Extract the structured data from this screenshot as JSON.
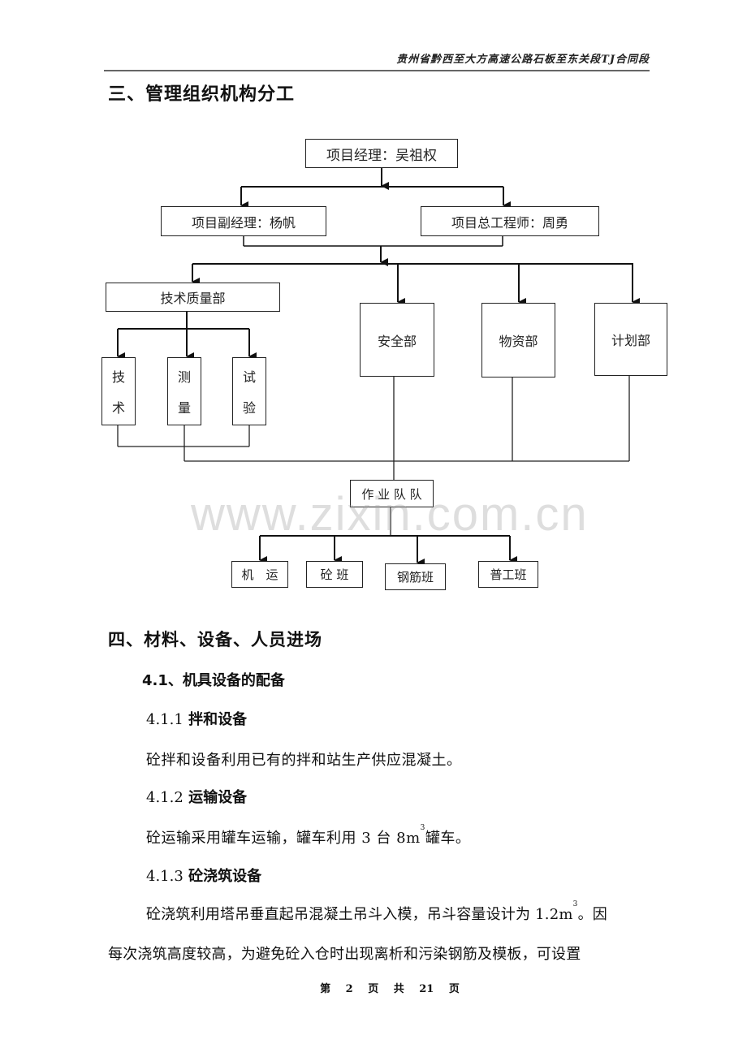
{
  "header": {
    "project_title": "贵州省黔西至大方高速公路石板至东关段TJ合同段"
  },
  "section3": {
    "title": "三、管理组织机构分工",
    "org_chart": {
      "manager": "项目经理：吴祖权",
      "deputy_manager": "项目副经理：杨帆",
      "chief_engineer": "项目总工程师：周勇",
      "tech_quality_dept": "技术质量部",
      "tech_sub": [
        "技",
        "术"
      ],
      "survey_sub": [
        "测",
        "量"
      ],
      "test_sub": [
        "试",
        "验"
      ],
      "safety_dept": "安全部",
      "material_dept": "物资部",
      "planning_dept": "计划部",
      "work_team": "作 业 队 队",
      "teams": [
        "机　运",
        "砼 班",
        "钢筋班",
        "普工班"
      ]
    }
  },
  "watermark": "www.zixin.com.cn",
  "section4": {
    "title": "四、材料、设备、人员进场",
    "s41": {
      "title": "4.1、机具设备的配备"
    },
    "s411": {
      "num": "4.1.1",
      "title": "拌和设备",
      "text": "砼拌和设备利用已有的拌和站生产供应混凝土。"
    },
    "s412": {
      "num": "4.1.2",
      "title": "运输设备",
      "text_before": "砼运输采用罐车运输，罐车利用 3 台 8m",
      "sup": "3",
      "text_after": "罐车。"
    },
    "s413": {
      "num": "4.1.3",
      "title": "砼浇筑设备",
      "line1_before": "砼浇筑利用塔吊垂直起吊混凝土吊斗入模，吊斗容量设计为 1.2m",
      "line1_sup": "3",
      "line1_after": "。因",
      "line2": "每次浇筑高度较高，为避免砼入仓时出现离析和污染钢筋及模板，可设置"
    }
  },
  "footer": {
    "page_text": "第 2 页 共 21 页"
  }
}
